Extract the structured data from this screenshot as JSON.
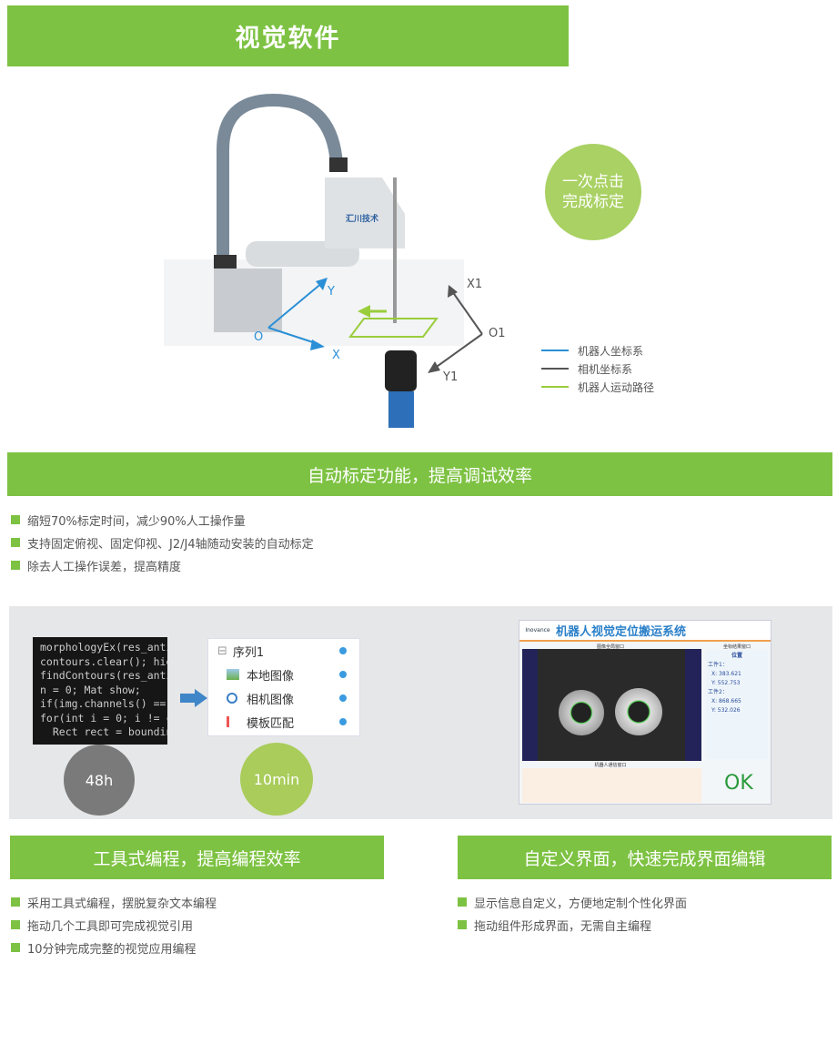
{
  "header": {
    "title": "视觉软件"
  },
  "hero": {
    "badge": "一次点击完成标定",
    "badge_line1": "一次点击",
    "badge_line2": "完成标定",
    "robot_brand": "汇川技术",
    "axis_labels": {
      "o": "O",
      "x": "X",
      "y": "Y",
      "o1": "O1",
      "x1": "X1",
      "y1": "Y1"
    },
    "legend": [
      {
        "label": "机器人坐标系",
        "color": "#2a8fd6"
      },
      {
        "label": "相机坐标系",
        "color": "#555555"
      },
      {
        "label": "机器人运动路径",
        "color": "#9acd3c"
      }
    ]
  },
  "section1": {
    "title": "自动标定功能，提高调试效率",
    "bullets": [
      "缩短70%标定时间，减少90%人工操作量",
      "支持固定俯视、固定仰视、J2/J4轴随动安装的自动标定",
      "除去人工操作误差，提高精度"
    ]
  },
  "demo": {
    "code_lines": [
      "morphologyEx(res_anti",
      "contours.clear(); hie",
      "findContours(res_anti",
      "n = 0; Mat show;",
      "if(img.channels() ==",
      "for(int i = 0; i != c",
      "  Rect rect = boundin"
    ],
    "code_time": "48h",
    "tree_items": [
      "序列1",
      "本地图像",
      "相机图像",
      "模板匹配"
    ],
    "tool_time": "10min",
    "app": {
      "title": "机器人视觉定位搬运系统",
      "logo_text": "Inovance",
      "image_window": "图像全局窗口",
      "result_window": "坐标结果窗口",
      "position_label": "位置",
      "workpieces": [
        {
          "label": "工件1：",
          "x": "X: 383.621",
          "y": "Y: 552.753"
        },
        {
          "label": "工件2：",
          "x": "X: 868.665",
          "y": "Y: 532.026"
        }
      ],
      "log_window": "机器人通信窗口",
      "status": "OK"
    }
  },
  "section2": {
    "title": "工具式编程，提高编程效率",
    "bullets": [
      "采用工具式编程，摆脱复杂文本编程",
      "拖动几个工具即可完成视觉引用",
      "10分钟完成完整的视觉应用编程"
    ]
  },
  "section3": {
    "title": "自定义界面，快速完成界面编辑",
    "bullets": [
      "显示信息自定义，方便地定制个性化界面",
      "拖动组件形成界面，无需自主编程"
    ]
  }
}
